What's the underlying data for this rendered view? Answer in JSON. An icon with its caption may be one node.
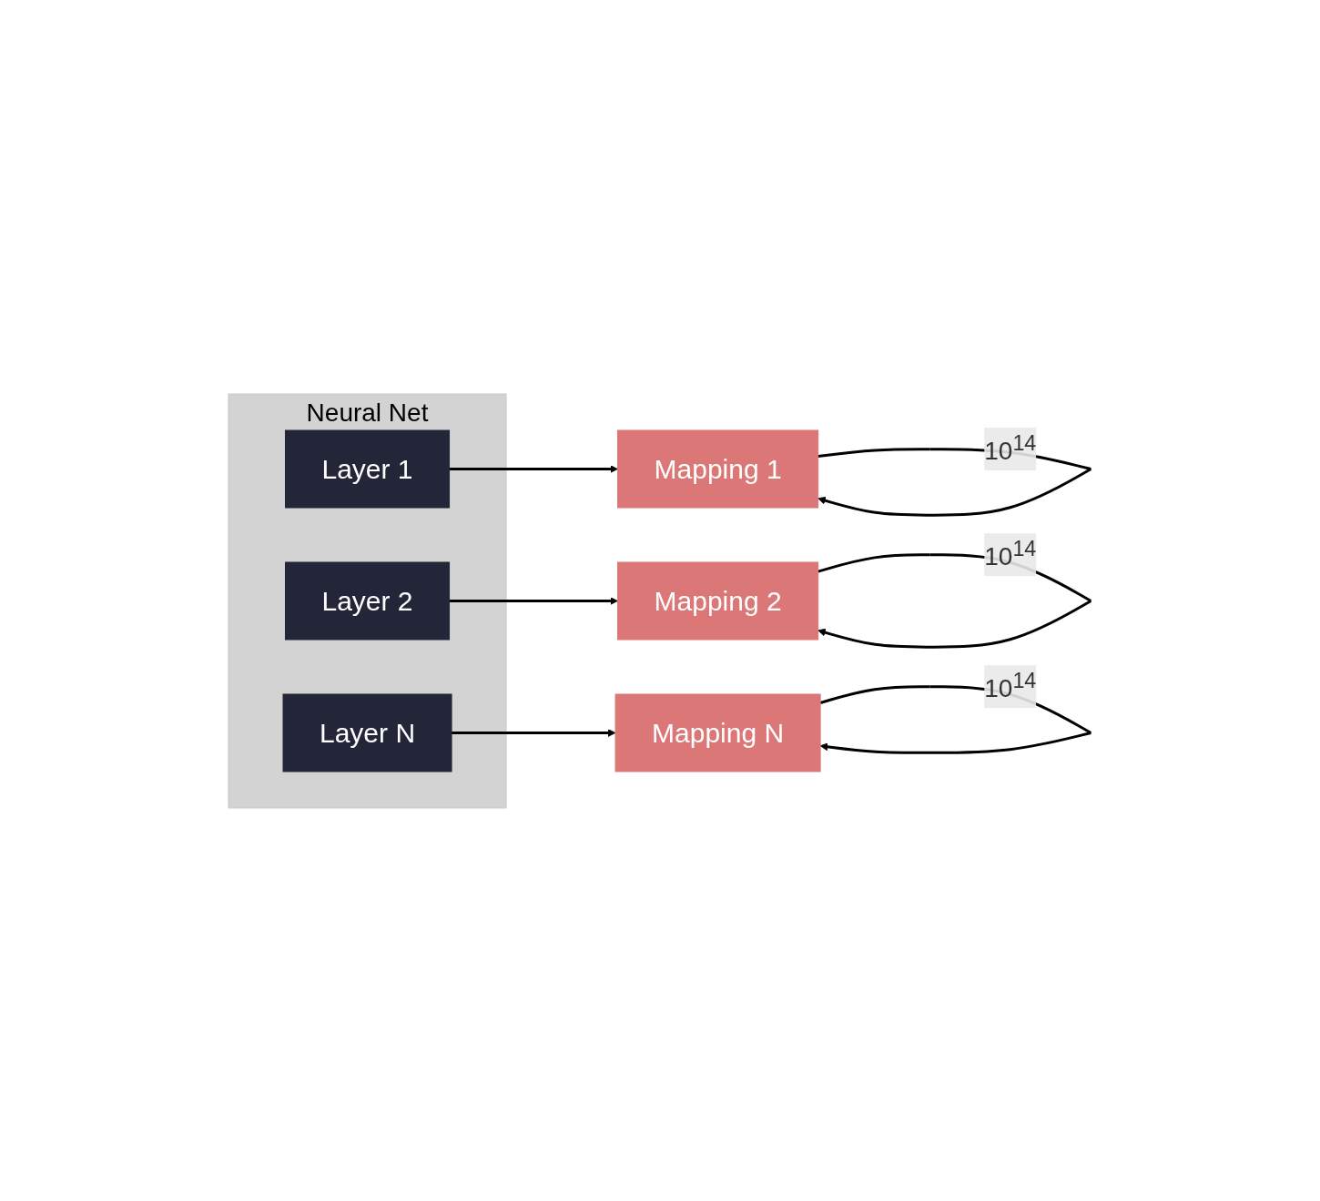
{
  "diagram": {
    "nodes": [
      {
        "text": [
          "Neural Net"
        ]
      },
      {
        "text": [
          "Layer 1"
        ],
        "in": 0
      },
      {
        "text": [
          "Layer 2"
        ],
        "in": 0
      },
      {
        "text": [
          "Layer N"
        ],
        "in": 0
      },
      {
        "text": [
          "Mapping 1"
        ]
      },
      {
        "text": [
          "Mapping 2"
        ]
      },
      {
        "text": [
          "Mapping N"
        ]
      }
    ],
    "edges": [
      {
        "from": 1,
        "to": 4,
        "arrow": "to"
      },
      {
        "from": 4,
        "to": 4,
        "arrow": "to",
        "label": "10$^{14}$"
      },
      {
        "from": 2,
        "to": 5,
        "arrow": "to"
      },
      {
        "from": 5,
        "to": 5,
        "arrow": "to",
        "label": "10$^{14}$"
      },
      {
        "from": 3,
        "to": 6,
        "arrow": "to"
      },
      {
        "from": 6,
        "to": 6,
        "arrow": "to",
        "label": "10$^{14}$"
      }
    ]
  }
}
